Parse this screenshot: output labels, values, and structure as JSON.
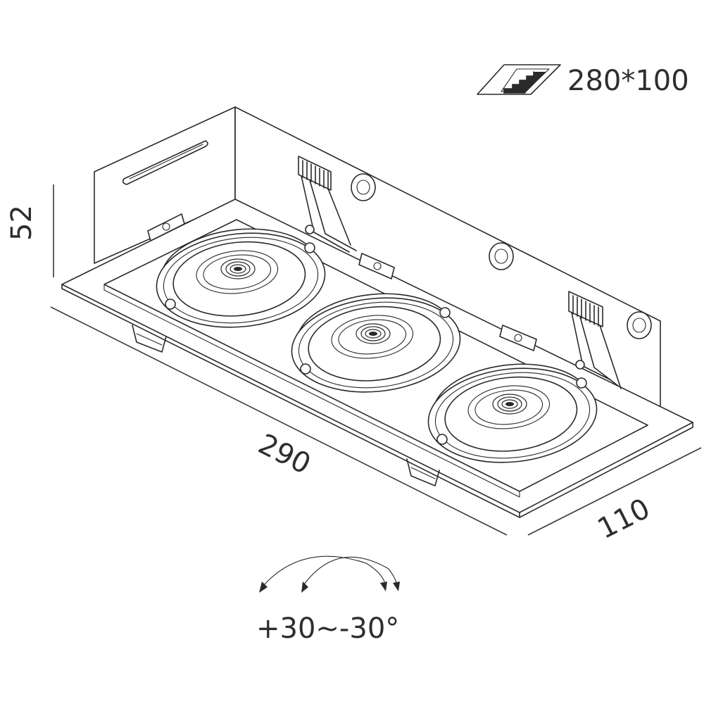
{
  "cutout": {
    "label": "280*100",
    "icon": "cutout-icon"
  },
  "dimensions": {
    "height": "52",
    "length": "290",
    "width": "110"
  },
  "tilt": {
    "label": "+30~-30°",
    "icon": "tilt-arrows-icon"
  },
  "lamps": {
    "count": 3
  },
  "colors": {
    "line": "#2a2a2a",
    "background": "#ffffff"
  }
}
